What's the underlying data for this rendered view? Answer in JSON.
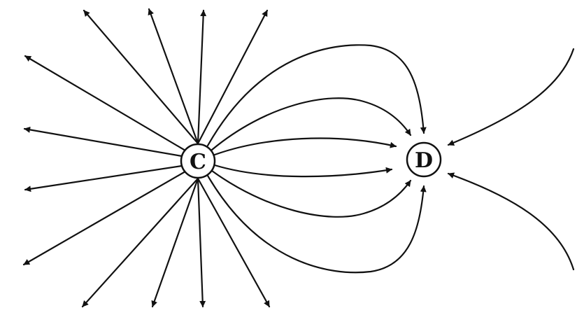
{
  "charges": [
    {
      "id": "c",
      "label": "C"
    },
    {
      "id": "d",
      "label": "D"
    }
  ],
  "colors": {
    "ink": "#111111",
    "background": "#ffffff"
  }
}
